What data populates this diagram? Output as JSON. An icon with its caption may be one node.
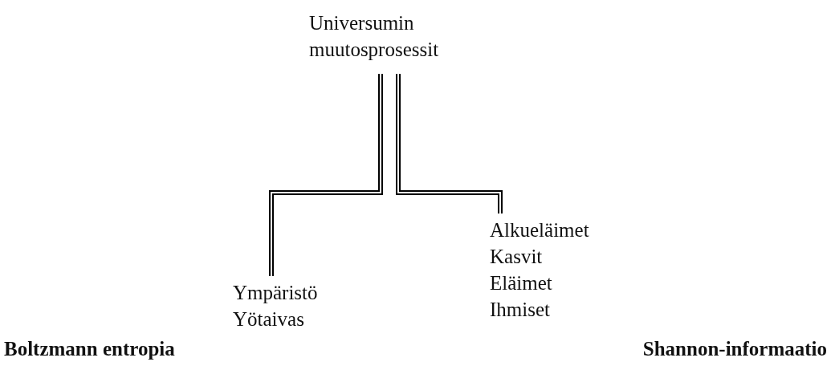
{
  "diagram": {
    "nodes": [
      {
        "text": [
          "Universumin muutosprosessit"
        ]
      },
      {
        "text": [
          "Ympäristö",
          "Yötaivas"
        ]
      },
      {
        "text": [
          "Alkueläimet",
          "Kasvit",
          "Eläimet",
          "Ihmiset"
        ]
      }
    ],
    "edges": [
      {
        "from": 0,
        "to": 1,
        "arrow": "none"
      },
      {
        "from": 0,
        "to": 2,
        "arrow": "none"
      }
    ],
    "labels": [
      "Boltzmann entropia",
      "Shannon-informaatio"
    ]
  }
}
